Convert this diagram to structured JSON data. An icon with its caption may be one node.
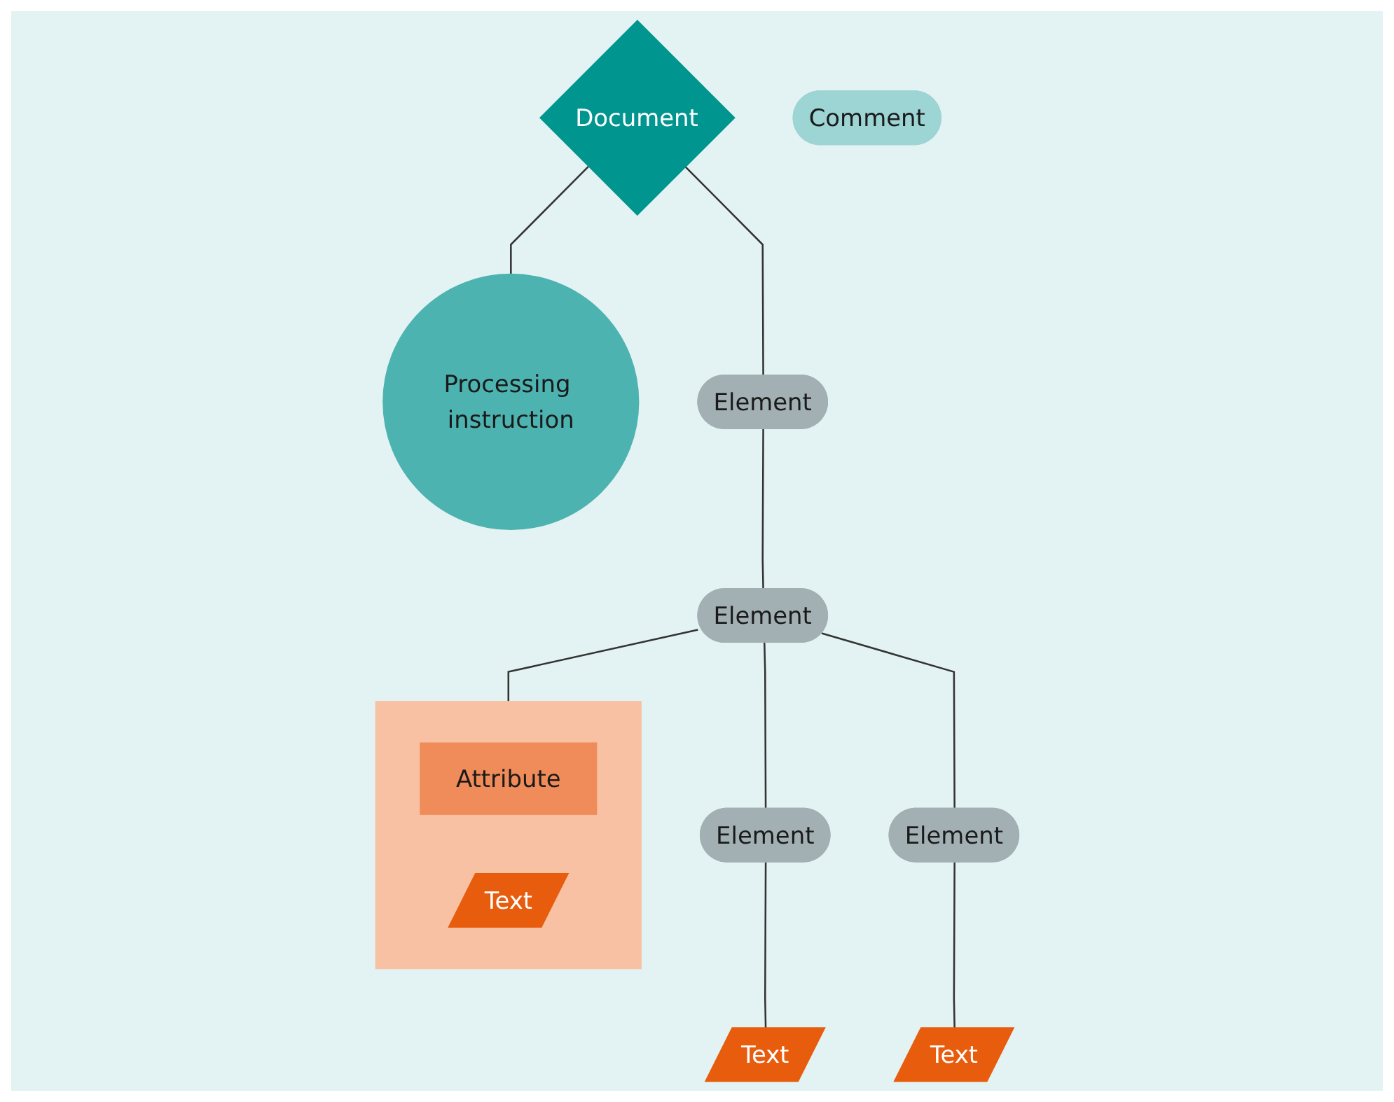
{
  "diagram": {
    "nodes": [
      {
        "text": [
          "Document"
        ]
      },
      {
        "text": [
          "Processing instruction"
        ]
      },
      {
        "text": [
          "Element"
        ]
      },
      {
        "text": [
          "Comment"
        ]
      },
      {
        "text": [],
        "shape": "box"
      },
      {
        "text": [
          "Attribute"
        ],
        "in": 4
      },
      {
        "text": [
          "Text"
        ],
        "in": 4
      },
      {
        "text": [
          "Element"
        ]
      },
      {
        "text": [
          "Element"
        ]
      },
      {
        "text": [
          "Element"
        ]
      },
      {
        "text": [
          "Text"
        ]
      },
      {
        "text": [
          "Text"
        ]
      }
    ],
    "edges": [
      {
        "from": 0,
        "to": 1,
        "arrow": "none"
      },
      {
        "from": 0,
        "to": 2,
        "arrow": "none"
      },
      {
        "from": 2,
        "to": 7,
        "arrow": "none"
      },
      {
        "from": 7,
        "to": 4,
        "arrow": "none"
      },
      {
        "from": 7,
        "to": 8,
        "arrow": "none"
      },
      {
        "from": 7,
        "to": 9,
        "arrow": "none"
      },
      {
        "from": 8,
        "to": 10,
        "arrow": "none"
      },
      {
        "from": 9,
        "to": 11,
        "arrow": "none"
      }
    ]
  }
}
